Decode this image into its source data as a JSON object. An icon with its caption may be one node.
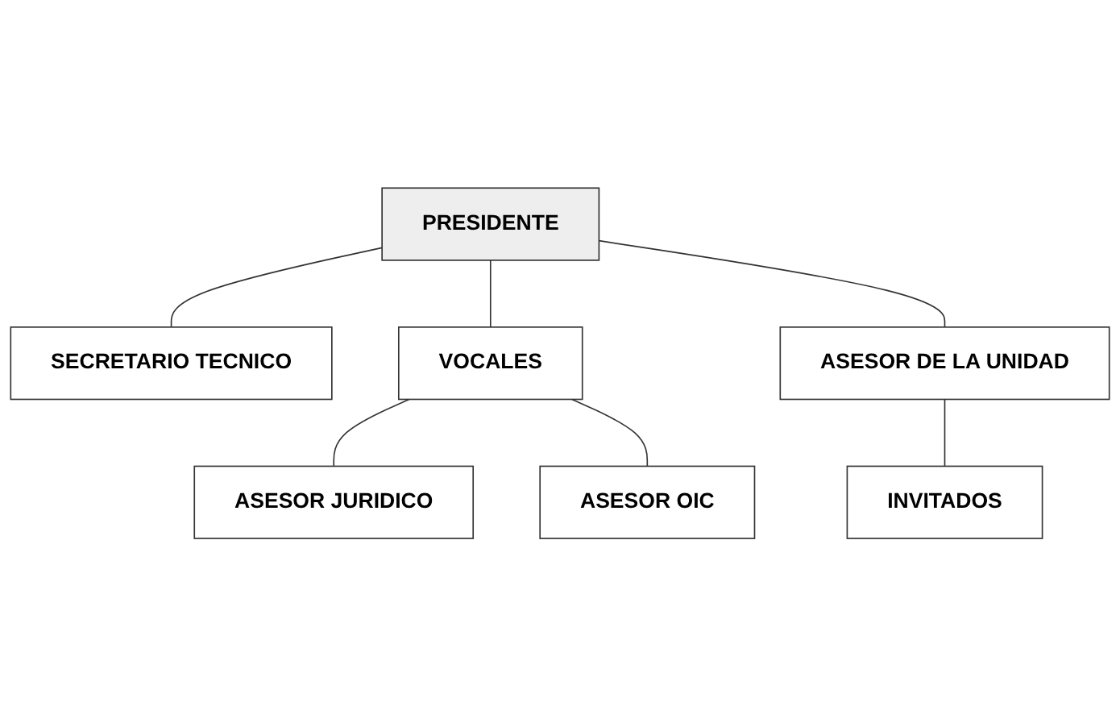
{
  "diagram": {
    "nodes": [
      {
        "text": [
          "PRESIDENTE"
        ]
      },
      {
        "text": [
          "SECRETARIO TECNICO"
        ]
      },
      {
        "text": [
          "VOCALES"
        ]
      },
      {
        "text": [
          "ASESOR DE LA UNIDAD"
        ]
      },
      {
        "text": [
          "ASESOR JURIDICO"
        ]
      },
      {
        "text": [
          "ASESOR OIC"
        ]
      },
      {
        "text": [
          "INVITADOS"
        ]
      }
    ],
    "edges": [
      {
        "from": 0,
        "to": 1,
        "arrow": "none"
      },
      {
        "from": 0,
        "to": 2,
        "arrow": "none"
      },
      {
        "from": 0,
        "to": 3,
        "arrow": "none"
      },
      {
        "from": 2,
        "to": 4,
        "arrow": "none"
      },
      {
        "from": 2,
        "to": 5,
        "arrow": "none"
      },
      {
        "from": 3,
        "to": 6,
        "arrow": "none"
      }
    ]
  }
}
